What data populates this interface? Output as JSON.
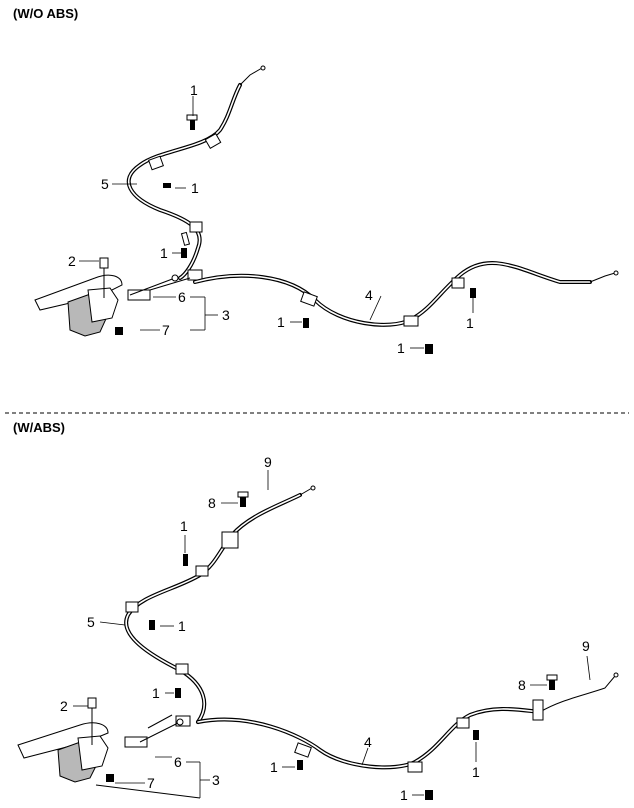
{
  "sections": [
    {
      "title": "(W/O ABS)",
      "labels": {
        "p1a": "1",
        "p1b": "1",
        "p1c": "1",
        "p1d": "1",
        "p1e": "1",
        "p2": "2",
        "p3": "3",
        "p4": "4",
        "p5": "5",
        "p6": "6",
        "p7": "7"
      }
    },
    {
      "title": "(W/ABS)",
      "labels": {
        "p9a": "9",
        "p8a": "8",
        "p1a": "1",
        "p1b": "1",
        "p1c": "1",
        "p5": "5",
        "p9b": "9",
        "p8b": "8",
        "p2": "2",
        "p4": "4",
        "p6": "6",
        "p1d": "1",
        "p7": "7",
        "p3": "3",
        "p1e": "1",
        "p1f": "1"
      }
    }
  ]
}
